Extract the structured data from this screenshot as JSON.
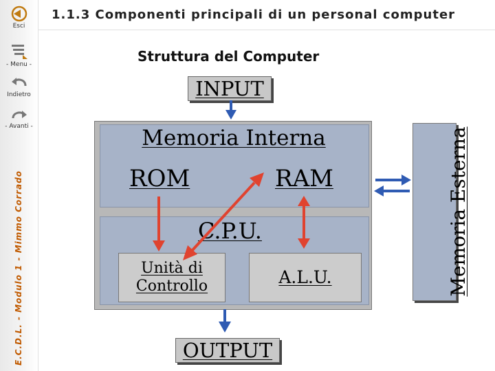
{
  "header": {
    "title": "1.1.3 Componenti principali di un personal computer"
  },
  "sidebar": {
    "exit_label": "Esci",
    "menu_label": "- Menu -",
    "back_label": "Indietro",
    "forward_label": "- Avanti -",
    "footer_vertical": "E.C.D.L. - Modulo 1 - Mimmo Corrado"
  },
  "slide": {
    "subtitle": "Struttura del Computer",
    "input": "INPUT",
    "output": "OUTPUT",
    "internal_memory": "Memoria Interna",
    "rom": "ROM",
    "ram": "RAM",
    "cpu": "C.P.U.",
    "control_unit_line1": "Unità di",
    "control_unit_line2": "Controllo",
    "alu": "A.L.U.",
    "external_memory": "Memoria Esterna"
  },
  "colors": {
    "arrow_blue": "#2f5bb3",
    "arrow_red": "#e0432f",
    "panel_blue": "#a7b3c8",
    "box_gray": "#c8c8c8",
    "footer_orange": "#c05a00"
  }
}
